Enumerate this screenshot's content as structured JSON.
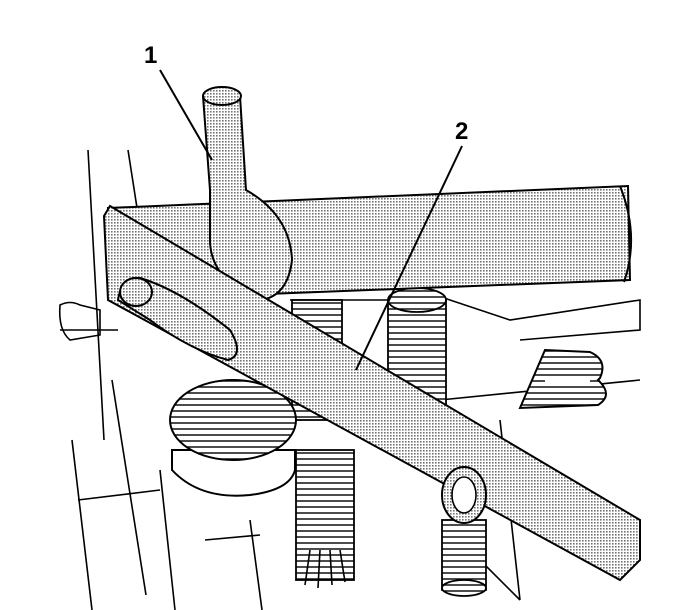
{
  "callouts": [
    {
      "id": "1",
      "label": "1"
    },
    {
      "id": "2",
      "label": "2"
    }
  ],
  "colors": {
    "line": "#000000",
    "shade": "#bdbdbd",
    "background": "#ffffff"
  }
}
